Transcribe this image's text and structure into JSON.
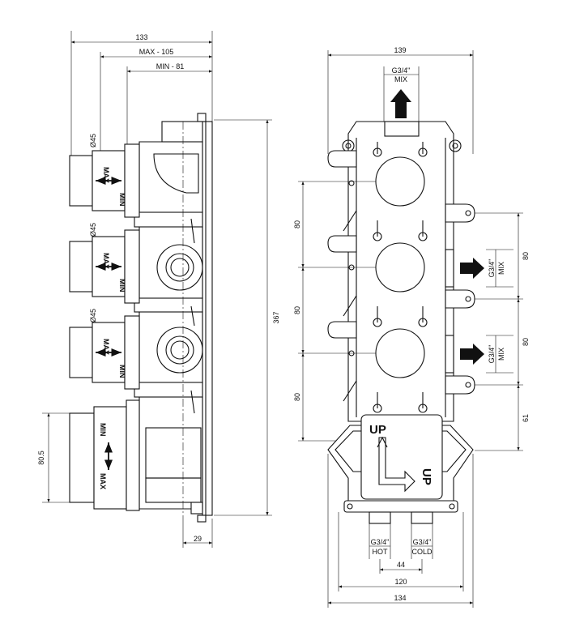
{
  "side_view": {
    "dim_total_depth": "133",
    "dim_max_depth": "MAX - 105",
    "dim_min_depth": "MIN - 81",
    "dim_height": "367",
    "dim_plate": "29",
    "dim_handle_width": "80.5",
    "dia_1": "Ø45",
    "dia_2": "Ø45",
    "dia_3": "Ø45",
    "label_max": "MAX",
    "label_min": "MIN"
  },
  "front_view": {
    "dim_top_width": "139",
    "dim_spacing_left_1": "80",
    "dim_spacing_left_2": "80",
    "dim_spacing_left_3": "80",
    "dim_spacing_right_1": "80",
    "dim_spacing_right_2": "80",
    "dim_spacing_right_3": "61",
    "dim_inlet_spacing": "44",
    "dim_frame_width": "120",
    "dim_bottom_width": "134",
    "outlet_top_thread": "G3/4\"",
    "outlet_top_label": "MIX",
    "outlet_right_1_thread": "G3/4\"",
    "outlet_right_1_label": "MIX",
    "outlet_right_2_thread": "G3/4\"",
    "outlet_right_2_label": "MIX",
    "inlet_hot_thread": "G3/4\"",
    "inlet_hot_label": "HOT",
    "inlet_cold_thread": "G3/4\"",
    "inlet_cold_label": "COLD",
    "plate_up_label": "UP",
    "plate_up_rotated_label": "UP"
  }
}
